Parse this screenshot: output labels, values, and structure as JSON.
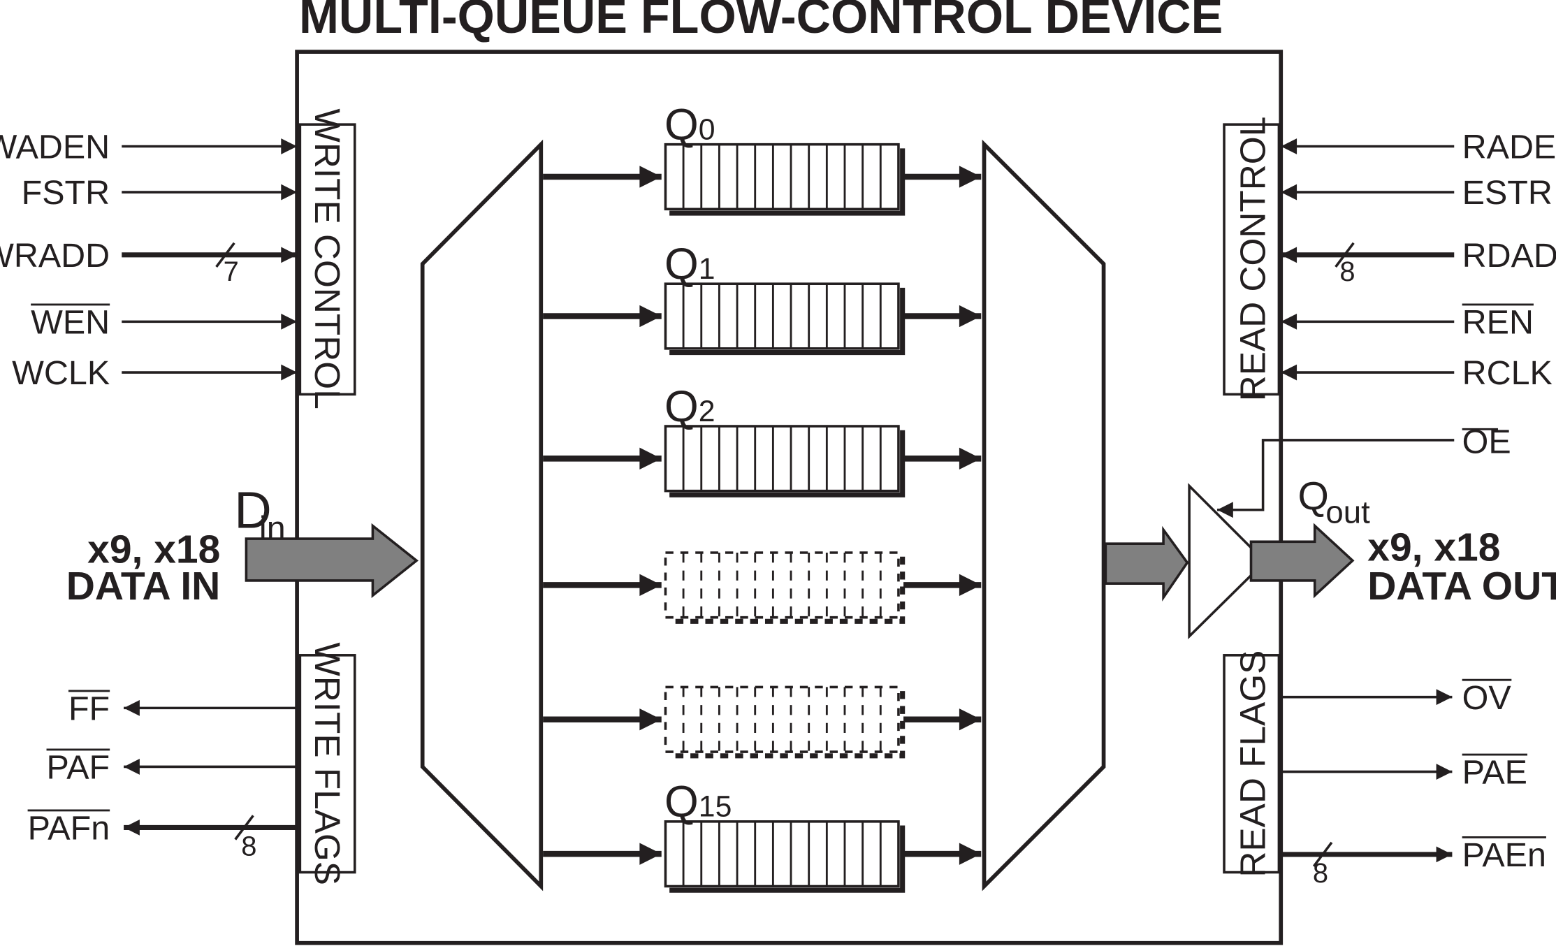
{
  "title": "MULTI-QUEUE FLOW-CONTROL DEVICE",
  "write_control": {
    "label": "WRITE CONTROL",
    "inputs": [
      {
        "name": "WADEN",
        "overbar": false,
        "bus_width": null
      },
      {
        "name": "FSTR",
        "overbar": false,
        "bus_width": null
      },
      {
        "name": "WRADD",
        "overbar": false,
        "bus_width": "7"
      },
      {
        "name": "WEN",
        "overbar": true,
        "bus_width": null
      },
      {
        "name": "WCLK",
        "overbar": false,
        "bus_width": null
      }
    ]
  },
  "read_control": {
    "label": "READ CONTROL",
    "inputs": [
      {
        "name": "RADEN",
        "overbar": false,
        "bus_width": null
      },
      {
        "name": "ESTR",
        "overbar": false,
        "bus_width": null
      },
      {
        "name": "RDADD",
        "overbar": false,
        "bus_width": "8"
      },
      {
        "name": "REN",
        "overbar": true,
        "bus_width": null
      },
      {
        "name": "RCLK",
        "overbar": false,
        "bus_width": null
      }
    ]
  },
  "output_enable": {
    "name": "OE",
    "overbar": true
  },
  "write_flags": {
    "label": "WRITE FLAGS",
    "outputs": [
      {
        "name": "FF",
        "overbar": true,
        "bus_width": null
      },
      {
        "name": "PAF",
        "overbar": true,
        "bus_width": null
      },
      {
        "name": "PAFn",
        "overbar": true,
        "bus_width": "8"
      }
    ]
  },
  "read_flags": {
    "label": "READ FLAGS",
    "outputs": [
      {
        "name": "OV",
        "overbar": true,
        "bus_width": null
      },
      {
        "name": "PAE",
        "overbar": true,
        "bus_width": null
      },
      {
        "name": "PAEn",
        "overbar": true,
        "bus_width": "8"
      }
    ]
  },
  "data_in": {
    "symbol": "D",
    "subscript": "in",
    "width": "x9, x18",
    "label": "DATA IN"
  },
  "data_out": {
    "symbol": "Q",
    "subscript": "out",
    "width": "x9, x18",
    "label": "DATA OUT"
  },
  "queues": [
    {
      "label_main": "Q",
      "label_sub": "0",
      "dashed": false
    },
    {
      "label_main": "Q",
      "label_sub": "1",
      "dashed": false
    },
    {
      "label_main": "Q",
      "label_sub": "2",
      "dashed": false
    },
    {
      "label_main": "",
      "label_sub": "",
      "dashed": true
    },
    {
      "label_main": "",
      "label_sub": "",
      "dashed": true
    },
    {
      "label_main": "Q",
      "label_sub": "15",
      "dashed": false
    }
  ],
  "colors": {
    "line": "#231f20",
    "data_arrow": "#808080",
    "background": "#ffffff"
  }
}
